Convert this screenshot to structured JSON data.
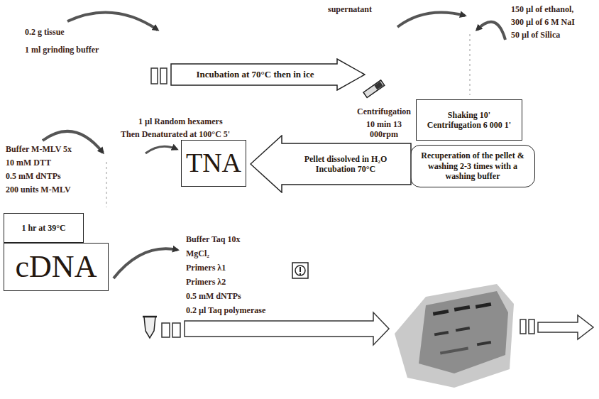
{
  "diagram": {
    "nodes": [
      {
        "text": [
          "Incubation at 70°C then in ice"
        ]
      },
      {
        "text": [
          "Shaking 10'",
          "Centrifugation 6 000 1'"
        ]
      },
      {
        "text": [
          "Recuperation of the pellet & washing 2-3 times with a washing buffer"
        ]
      },
      {
        "text": [
          "Pellet dissolved in H₂O",
          "Incubation 70°C"
        ]
      },
      {
        "text": [
          "TNA"
        ]
      },
      {
        "text": [
          "1 hr at 39°C"
        ]
      },
      {
        "text": [
          "cDNA"
        ]
      }
    ],
    "labels": [
      "0.2 g tissue",
      "1 ml grinding buffer",
      "Centrifugation",
      "10 min 13 000rpm",
      "supernatant",
      "150 µl of ethanol,",
      "300 µl of 6 M NaI",
      "50 µl of Silica",
      "1 µl Random hexamers",
      "Then Denaturated at 100°C 5'",
      "Buffer M-MLV 5x",
      "10 mM DTT",
      "0.5 mM dNTPs",
      "200 units M-MLV",
      "Buffer Taq 10x",
      "MgCl₂",
      "Primers λ1",
      "Primers λ2",
      "0.5 mM dNTPs",
      "0.2 µl Taq polymerase"
    ]
  }
}
